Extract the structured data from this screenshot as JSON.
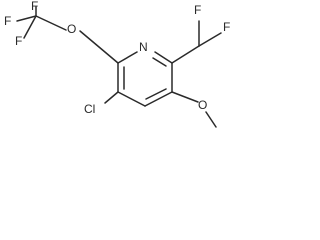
{
  "molecule": {
    "atoms": {
      "cf3_f_top": "F",
      "cf3_f_left": "F",
      "cf3_f_bottom": "F",
      "ether_oxygen": "O",
      "ring_nitrogen": "N",
      "chf2_f_top": "F",
      "chf2_f_right": "F",
      "chlorine": "Cl",
      "methoxy_oxygen": "O"
    }
  }
}
